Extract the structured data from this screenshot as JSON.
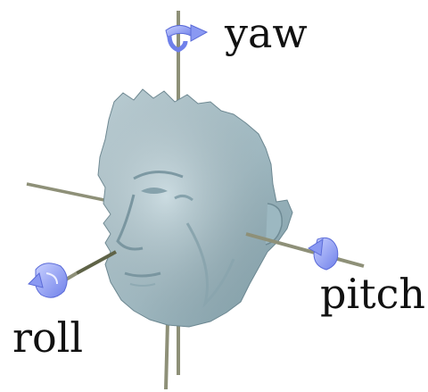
{
  "labels": {
    "yaw": "yaw",
    "pitch": "pitch",
    "roll": "roll"
  },
  "colors": {
    "head_skin": "#a8c3cc",
    "axis_rod": "#8e9078",
    "rotation_arrow": "#7f8ff0"
  },
  "icons": {
    "yaw_arrow": "curved-rotation-arrow",
    "pitch_arrow": "curved-rotation-arrow",
    "roll_arrow": "curved-rotation-arrow"
  }
}
